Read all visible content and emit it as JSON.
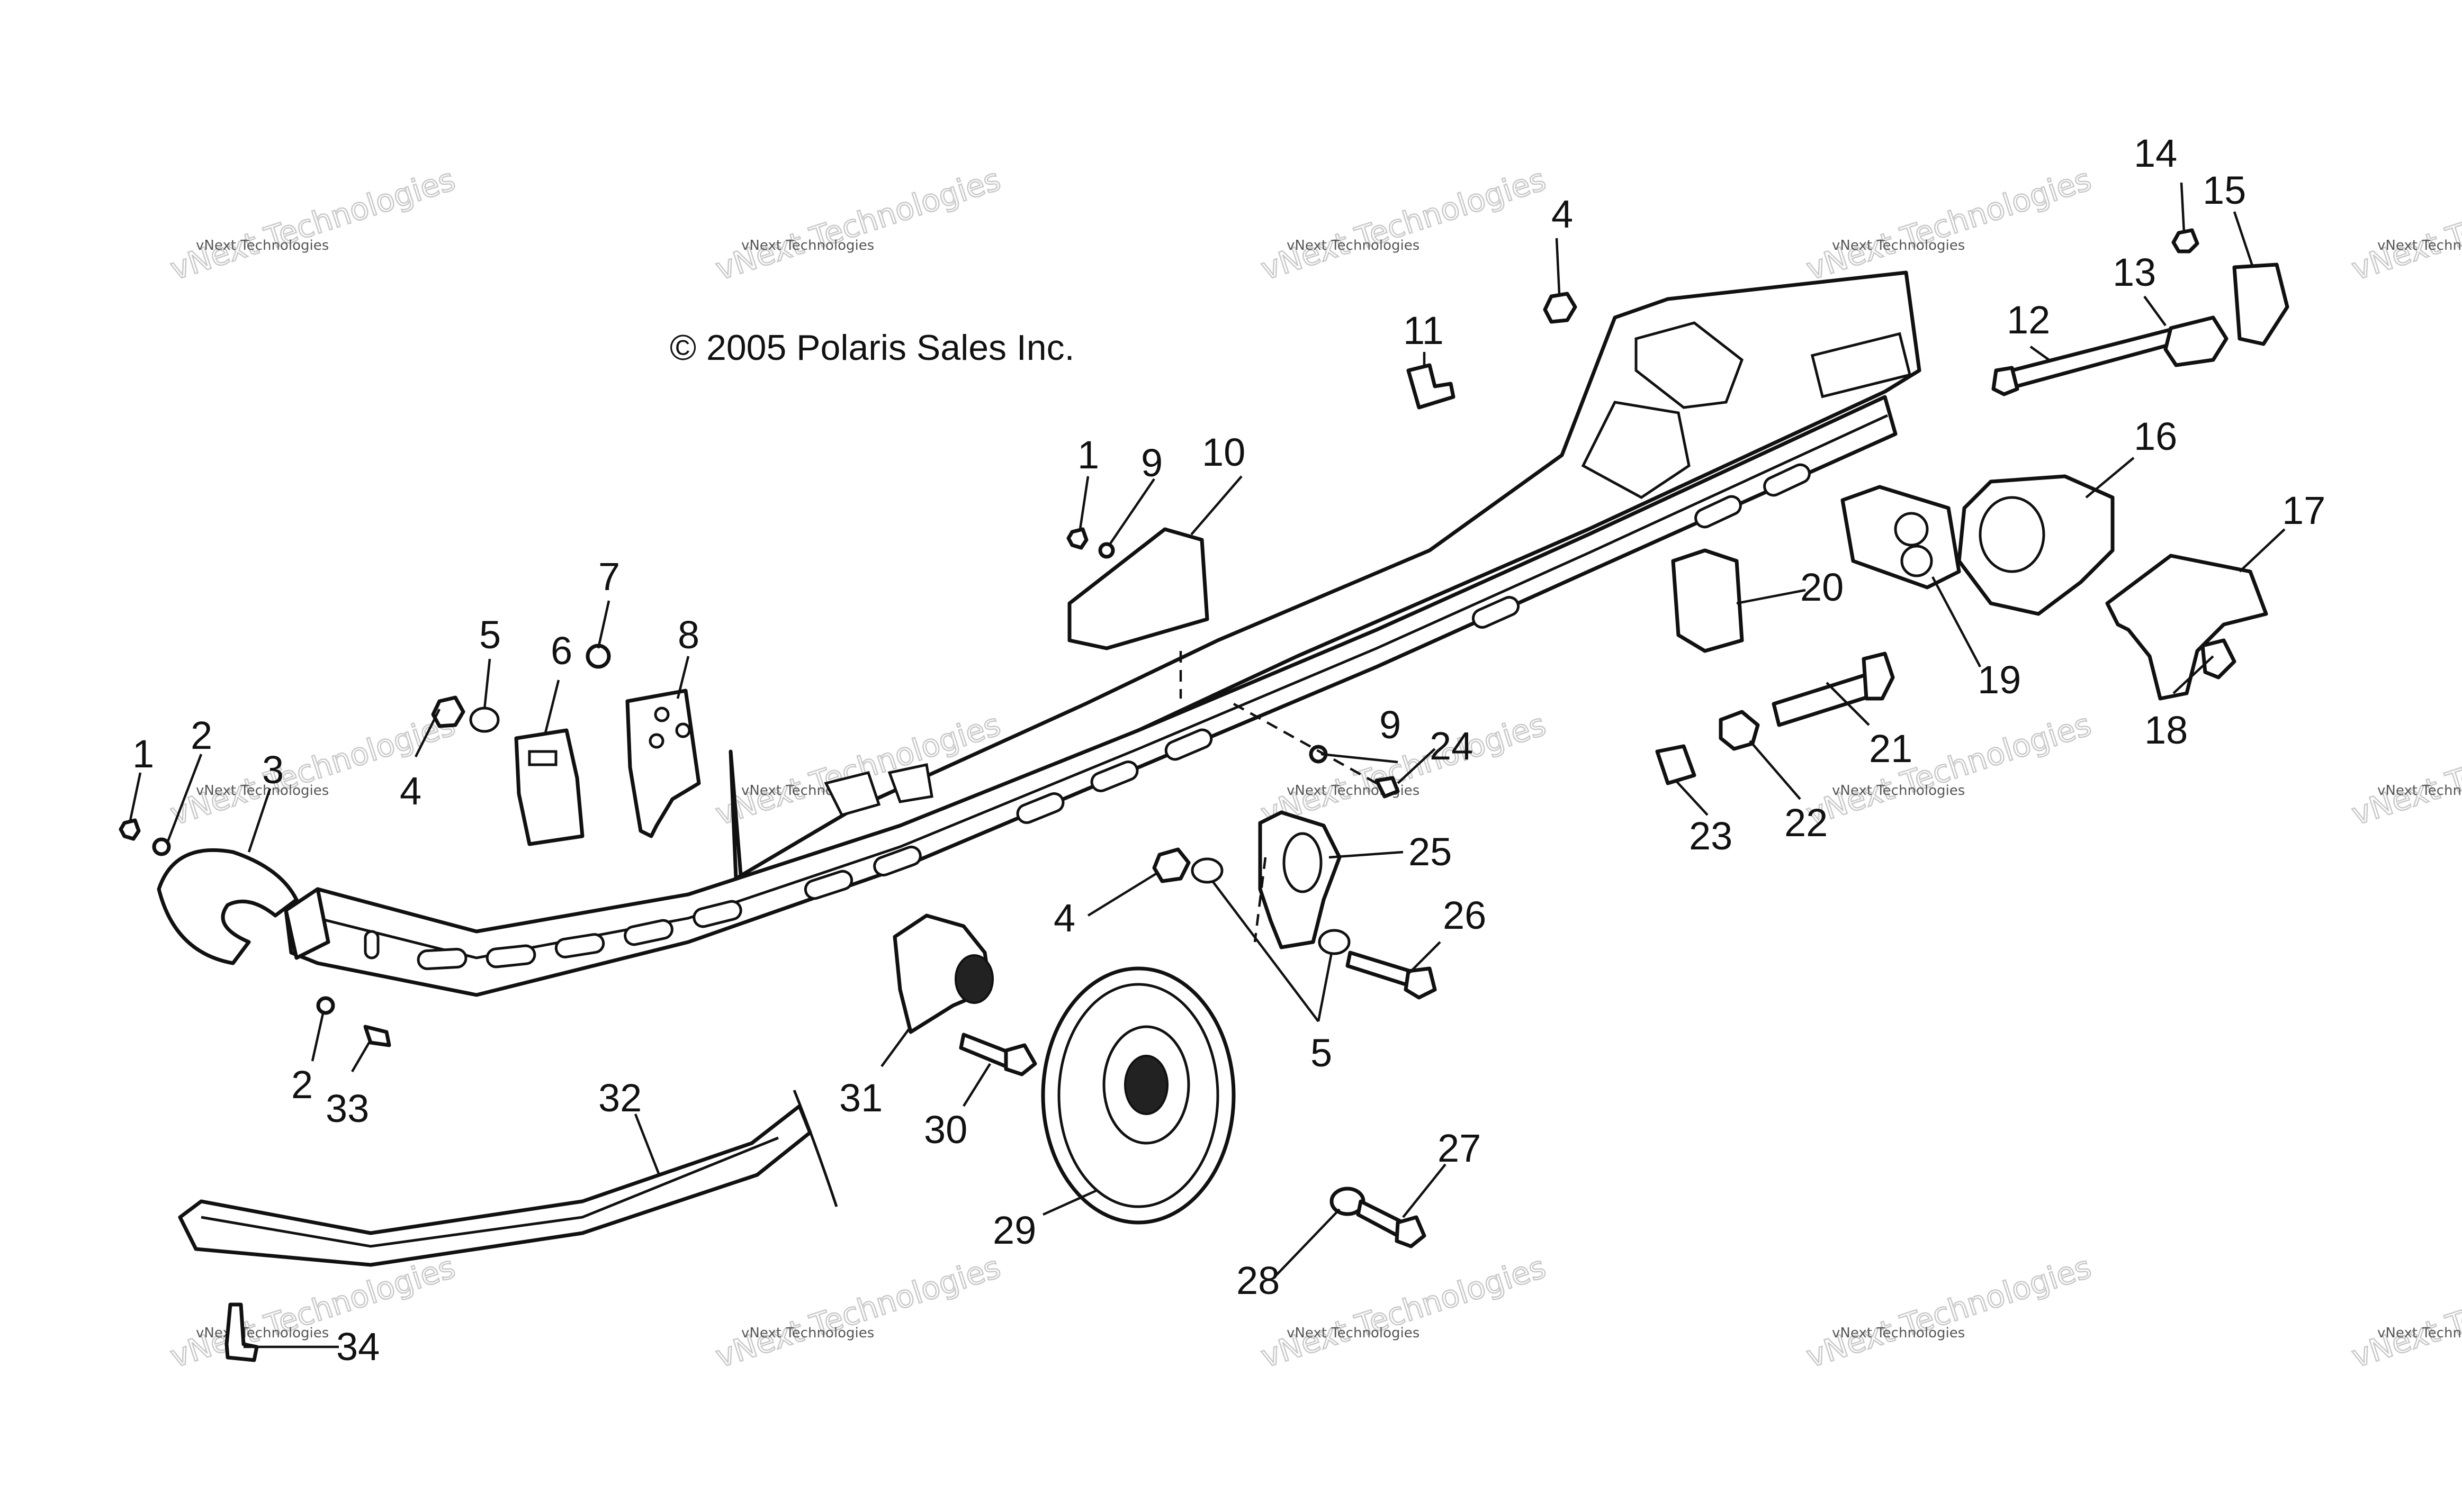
{
  "copyright": "© 2005 Polaris Sales Inc.",
  "watermark": {
    "small_text": "vNext Technologies",
    "large_text": "vNext Technologies"
  },
  "callouts": [
    "1",
    "2",
    "3",
    "4",
    "5",
    "6",
    "7",
    "8",
    "9",
    "10",
    "11",
    "12",
    "13",
    "14",
    "15",
    "16",
    "17",
    "18",
    "19",
    "20",
    "21",
    "22",
    "23",
    "24",
    "25",
    "26",
    "27",
    "28",
    "29",
    "30",
    "31",
    "32",
    "33",
    "34"
  ],
  "duplicate_callouts": {
    "1_b": "1",
    "2_b": "2",
    "4_b": "4",
    "4_c": "4",
    "5_b": "5",
    "9_b": "9"
  }
}
